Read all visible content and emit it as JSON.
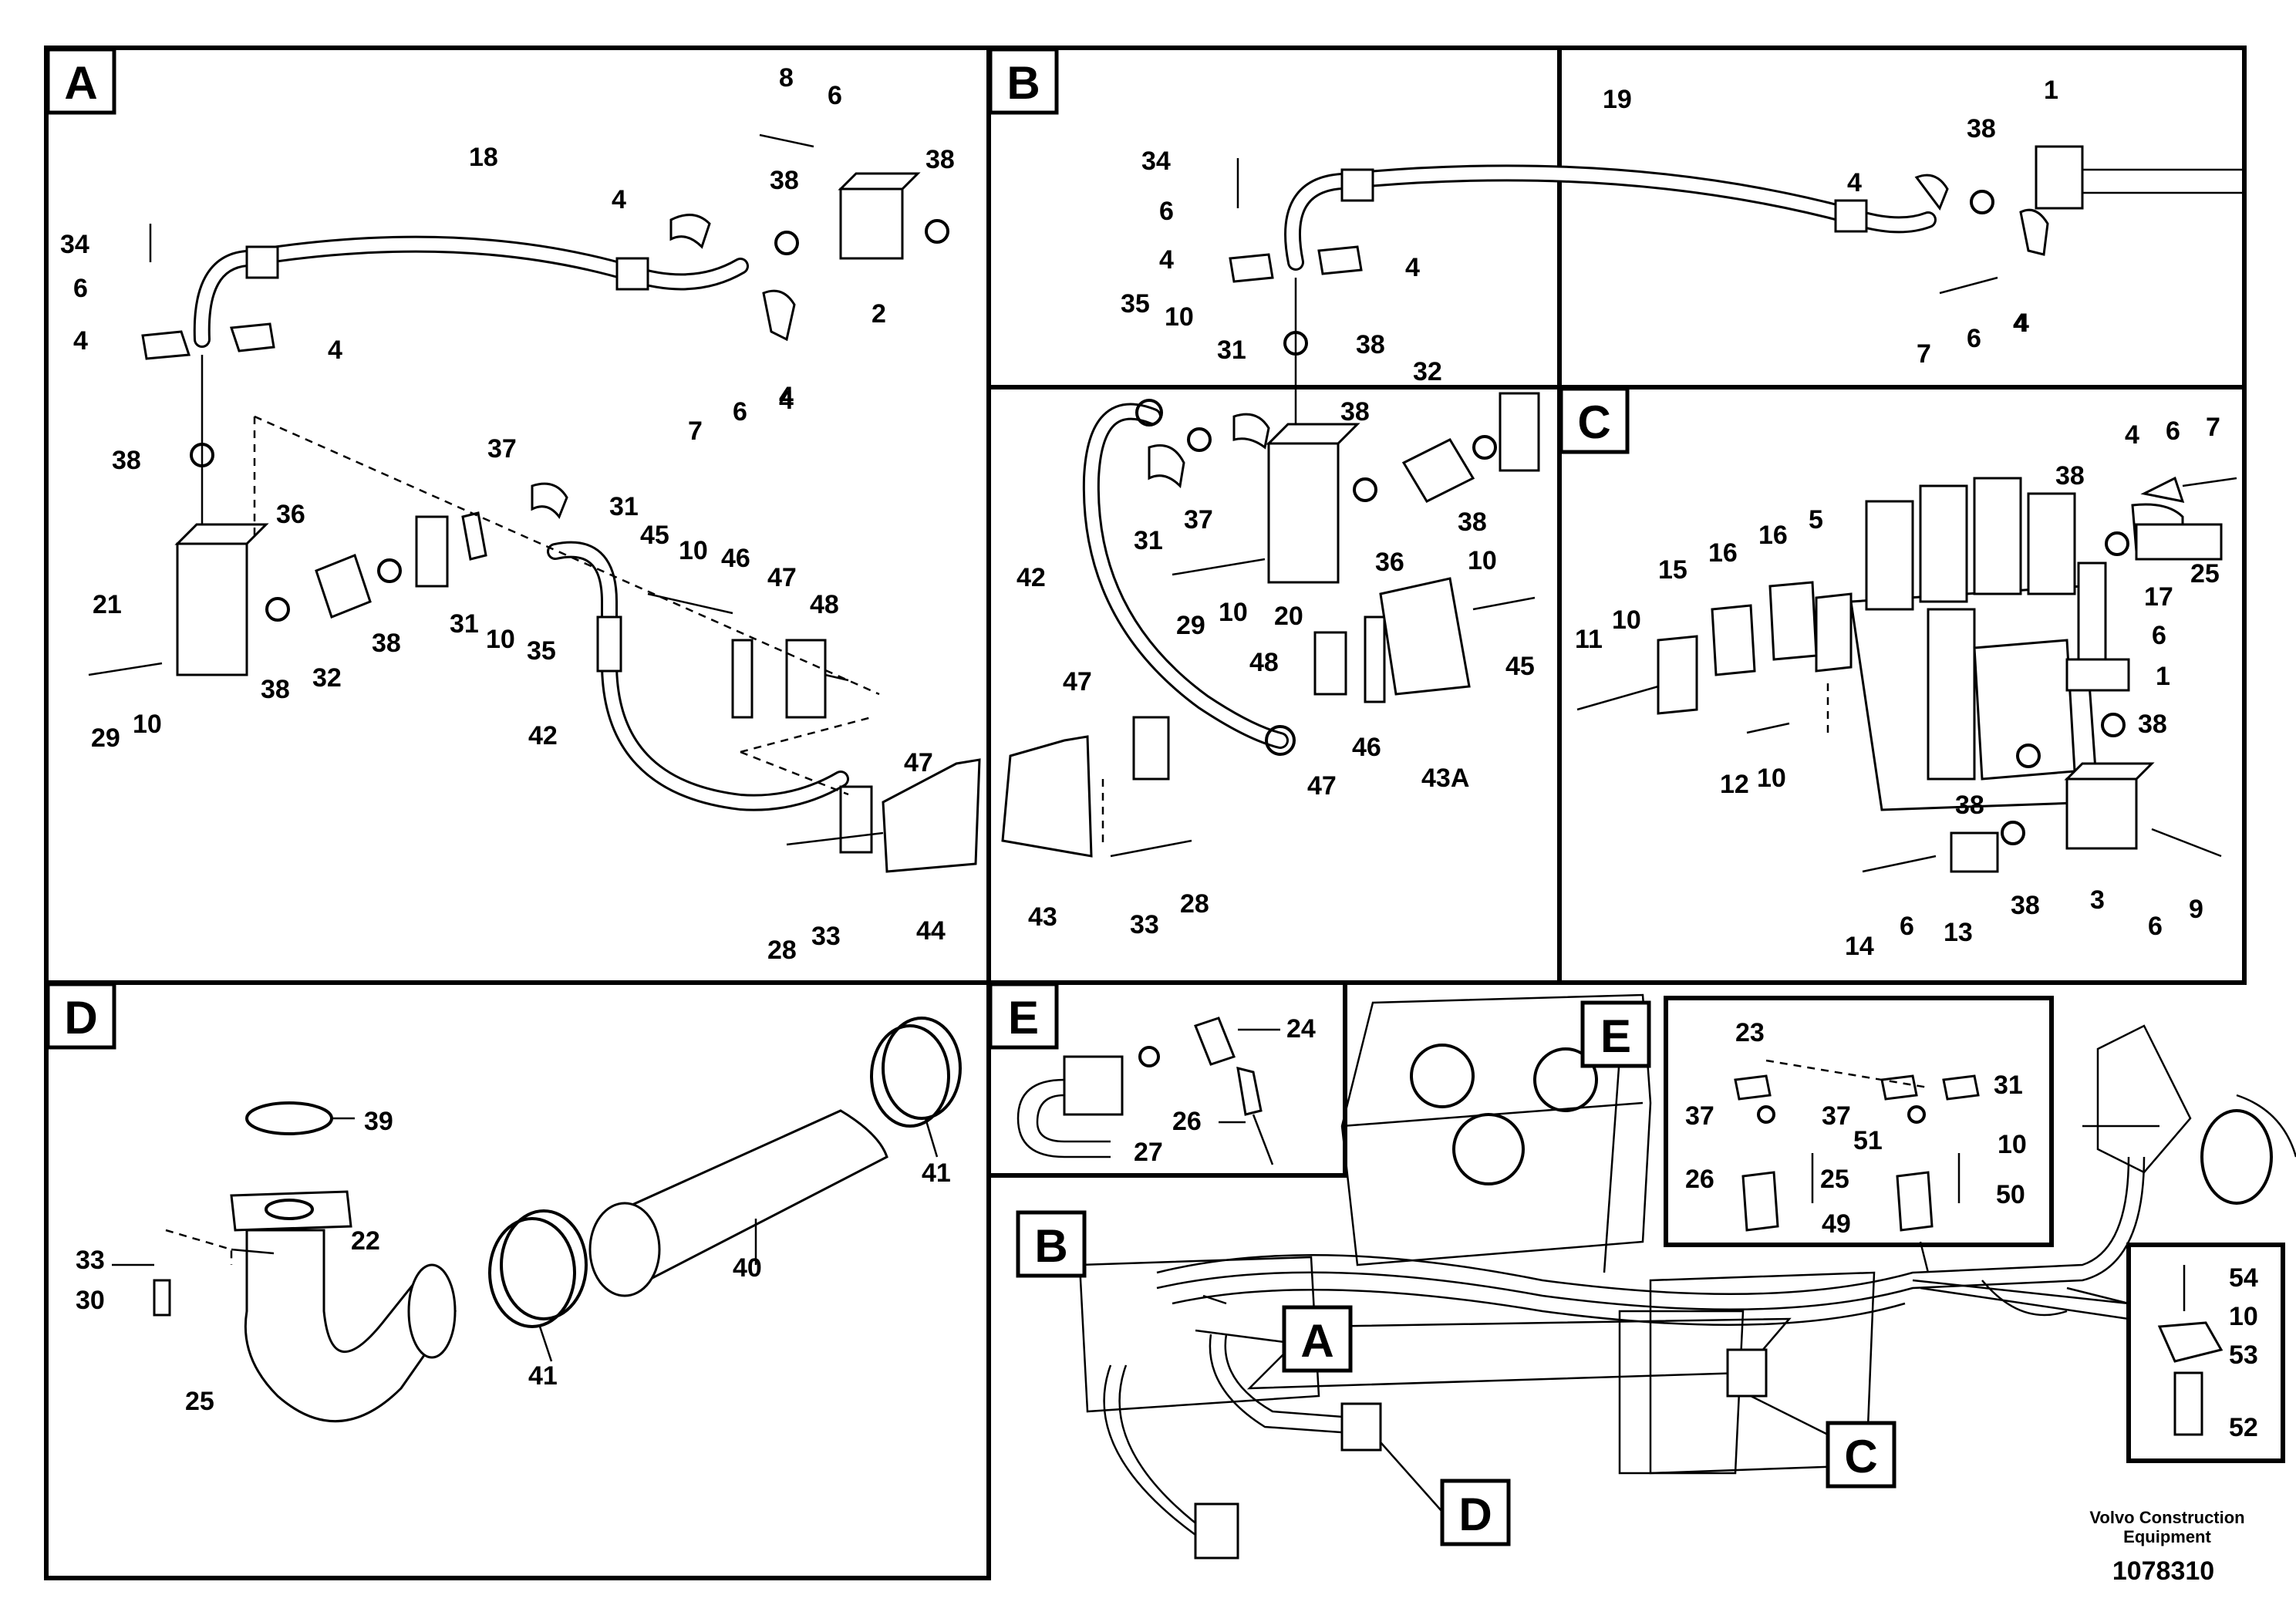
{
  "panels": {
    "A": {
      "tag": "A",
      "labels": [
        "18",
        "8",
        "6",
        "38",
        "34",
        "6",
        "4",
        "4",
        "4",
        "38",
        "2",
        "4",
        "7",
        "6",
        "4",
        "38",
        "37",
        "31",
        "36",
        "45",
        "10",
        "46",
        "47",
        "48",
        "21",
        "38",
        "32",
        "38",
        "31",
        "10",
        "35",
        "29",
        "10",
        "42",
        "47",
        "28",
        "33",
        "44"
      ]
    },
    "B": {
      "tag": "B",
      "labels": [
        "19",
        "1",
        "34",
        "38",
        "6",
        "4",
        "4",
        "4",
        "4",
        "7",
        "6",
        "4",
        "35",
        "10",
        "38",
        "31",
        "32",
        "38",
        "31",
        "37",
        "38",
        "42",
        "36",
        "29",
        "10",
        "20",
        "10",
        "45",
        "48",
        "47",
        "47",
        "46",
        "43A",
        "43",
        "33",
        "28"
      ]
    },
    "C": {
      "tag": "C",
      "labels": [
        "4",
        "6",
        "7",
        "38",
        "15",
        "16",
        "16",
        "5",
        "11",
        "10",
        "17",
        "25",
        "6",
        "1",
        "38",
        "12",
        "10",
        "38",
        "14",
        "6",
        "13",
        "38",
        "3",
        "6",
        "9"
      ]
    },
    "D": {
      "tag": "D",
      "labels": [
        "39",
        "33",
        "22",
        "30",
        "25",
        "41",
        "40",
        "41"
      ]
    },
    "E": {
      "tag": "E",
      "labels": [
        "24",
        "26",
        "27"
      ]
    },
    "detail_right": {
      "labels": [
        "23",
        "31",
        "37",
        "37",
        "51",
        "10",
        "26",
        "25",
        "50",
        "49"
      ]
    },
    "detail_clip": {
      "labels": [
        "54",
        "10",
        "53",
        "52"
      ]
    },
    "overview": {
      "callouts": [
        "B",
        "A",
        "E",
        "C",
        "D"
      ]
    }
  },
  "footer": {
    "brand": "Volvo Construction",
    "brand2": "Equipment",
    "doc_number": "1078310"
  }
}
